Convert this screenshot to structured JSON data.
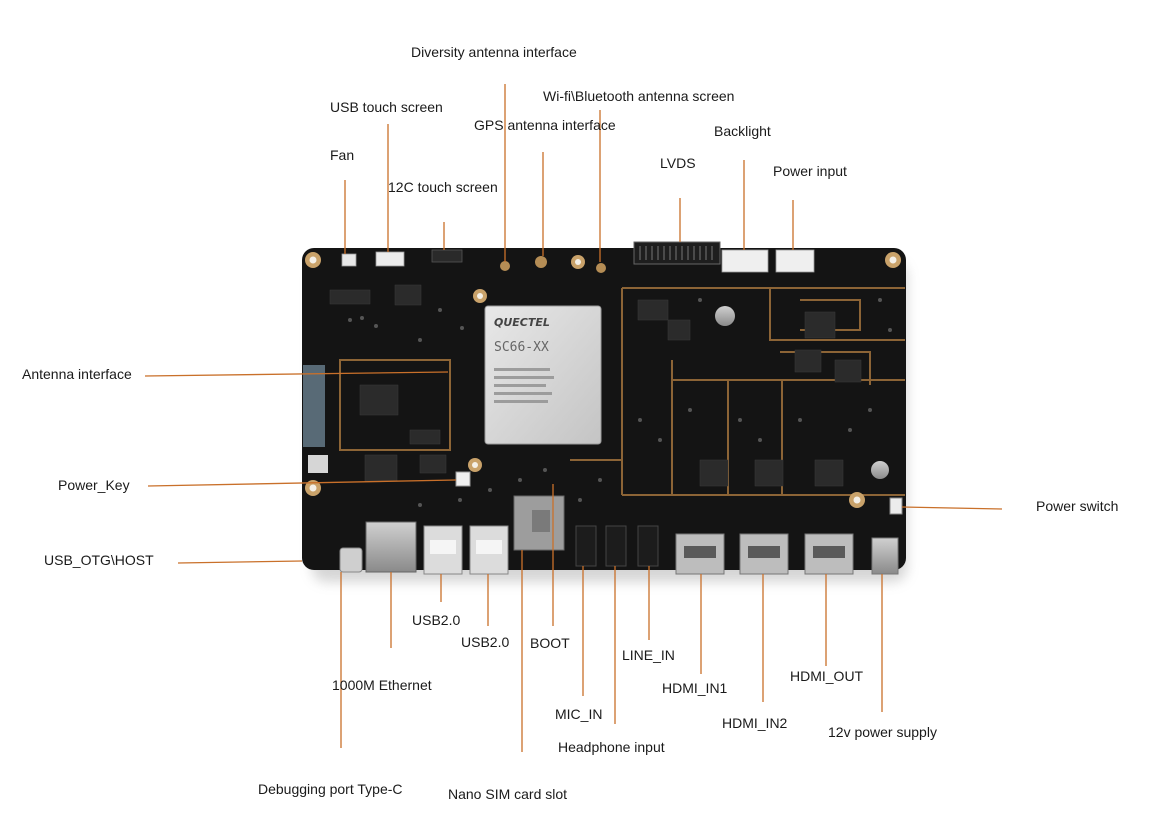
{
  "diagram": {
    "chip": {
      "brand": "QUECTEL",
      "model": "SC66-XX",
      "code": "SC66XX"
    },
    "labels": [
      {
        "id": "diversity-antenna",
        "text": "Diversity antenna interface"
      },
      {
        "id": "wifi-bt-antenna",
        "text": "Wi-fi\\Bluetooth antenna screen"
      },
      {
        "id": "usb-touch",
        "text": "USB touch screen"
      },
      {
        "id": "gps-antenna",
        "text": "GPS antenna interface"
      },
      {
        "id": "backlight",
        "text": "Backlight"
      },
      {
        "id": "fan",
        "text": "Fan"
      },
      {
        "id": "lvds",
        "text": "LVDS"
      },
      {
        "id": "power-input",
        "text": "Power input"
      },
      {
        "id": "i2c-touch",
        "text": "12C touch screen"
      },
      {
        "id": "antenna-interface",
        "text": "Antenna interface"
      },
      {
        "id": "power-key",
        "text": "Power_Key"
      },
      {
        "id": "power-switch",
        "text": "Power switch"
      },
      {
        "id": "usb-otg-host",
        "text": "USB_OTG\\HOST"
      },
      {
        "id": "usb20-a",
        "text": "USB2.0"
      },
      {
        "id": "usb20-b",
        "text": "USB2.0"
      },
      {
        "id": "boot",
        "text": "BOOT"
      },
      {
        "id": "line-in",
        "text": "LINE_IN"
      },
      {
        "id": "hdmi-out",
        "text": "HDMI_OUT"
      },
      {
        "id": "ethernet",
        "text": "1000M Ethernet"
      },
      {
        "id": "hdmi-in1",
        "text": "HDMI_IN1"
      },
      {
        "id": "mic-in",
        "text": "MIC_IN"
      },
      {
        "id": "hdmi-in2",
        "text": "HDMI_IN2"
      },
      {
        "id": "power-12v",
        "text": "12v power supply"
      },
      {
        "id": "headphone",
        "text": "Headphone input"
      },
      {
        "id": "debug-typec",
        "text": "Debugging port Type-C"
      },
      {
        "id": "nano-sim",
        "text": "Nano SIM card slot"
      }
    ],
    "colors": {
      "board": "#141414",
      "leader_line": "#c9702a",
      "trace": "#b07a3a",
      "chip": "#d9d9d9"
    }
  }
}
